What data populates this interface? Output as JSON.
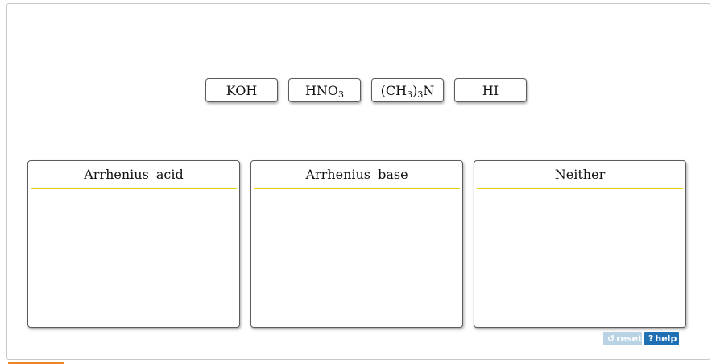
{
  "chips": [
    {
      "id": "koh",
      "parts": [
        {
          "t": "KOH",
          "sub": false
        }
      ]
    },
    {
      "id": "hno3",
      "parts": [
        {
          "t": "HNO",
          "sub": false
        },
        {
          "t": "3",
          "sub": true
        }
      ]
    },
    {
      "id": "ch33n",
      "parts": [
        {
          "t": "(CH",
          "sub": false
        },
        {
          "t": "3",
          "sub": true
        },
        {
          "t": ")",
          "sub": false
        },
        {
          "t": "3",
          "sub": true
        },
        {
          "t": "N",
          "sub": false
        }
      ]
    },
    {
      "id": "hi",
      "parts": [
        {
          "t": "HI",
          "sub": false
        }
      ]
    }
  ],
  "bins": {
    "acid": "Arrhenius  acid",
    "base": "Arrhenius  base",
    "neither": "Neither"
  },
  "controls": {
    "reset_label": "reset",
    "help_label": "help",
    "reset_icon": "refresh-icon",
    "help_icon": "question-icon"
  },
  "colors": {
    "header_rule": "#e5cf12",
    "help_button": "#1f6fb5",
    "reset_button": "#b9d2e4"
  }
}
